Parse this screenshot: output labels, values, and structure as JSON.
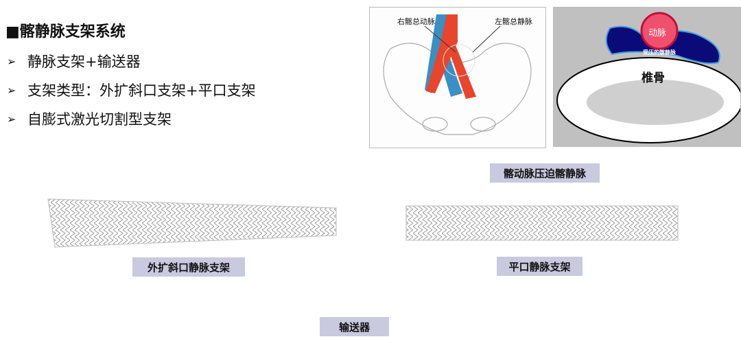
{
  "title": "■髂静脉支架系统",
  "bullets": [
    "静脉支架+输送器",
    "支架类型：外扩斜口支架+平口支架",
    "自膨式激光切割型支架"
  ],
  "bullet_icon": "arrowhead-icon",
  "anatomy": {
    "label_right_artery": "右髂总动脉",
    "label_left_vein": "左髂总静脉"
  },
  "compression": {
    "artery": "动脉",
    "compressed_vein": "受压的髂静脉",
    "vertebra": "椎骨"
  },
  "labels": {
    "compression_caption": "髂动脉压迫髂静脉",
    "flared_stent": "外扩斜口静脉支架",
    "flat_stent": "平口静脉支架",
    "delivery": "输送器"
  },
  "colors": {
    "label_bg": "#c9c9df",
    "artery": "#e8452c",
    "vein": "#3a8fc4",
    "compressed_vein": "#0a0a78",
    "artery_circle": "#f0506e"
  }
}
